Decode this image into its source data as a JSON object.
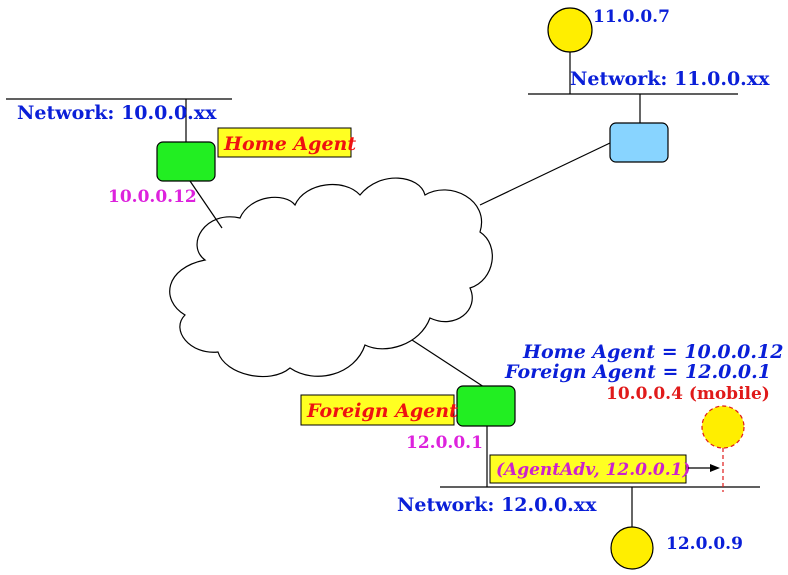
{
  "colors": {
    "router_green": "#22ee22",
    "router_blue": "#88d4ff",
    "host_yellow": "#ffee00",
    "label_box": "#ffff22",
    "network_label": "#0a1fd8",
    "address_label": "#dd22dd",
    "agent_label": "#ee1111",
    "mobile_label": "#e01a1a"
  },
  "networks": {
    "home": "Network: 10.0.0.xx",
    "remote": "Network: 11.0.0.xx",
    "foreign": "Network: 12.0.0.xx"
  },
  "agents": {
    "home_label": "Home Agent",
    "home_address": "10.0.0.12",
    "foreign_label": "Foreign Agent",
    "foreign_address": "12.0.0.1"
  },
  "hosts": {
    "remote_host": "11.0.0.7",
    "foreign_host": "12.0.0.9",
    "mobile": "10.0.0.4 (mobile)"
  },
  "mobile_info": {
    "home_agent_line": "Home Agent = 10.0.0.12",
    "foreign_agent_line": "Foreign Agent = 12.0.0.1"
  },
  "advertisement": {
    "label": "(AgentAdv, 12.0.0.1)"
  },
  "icons": {
    "router": "router-icon",
    "host": "host-icon",
    "cloud": "internet-cloud-icon"
  }
}
